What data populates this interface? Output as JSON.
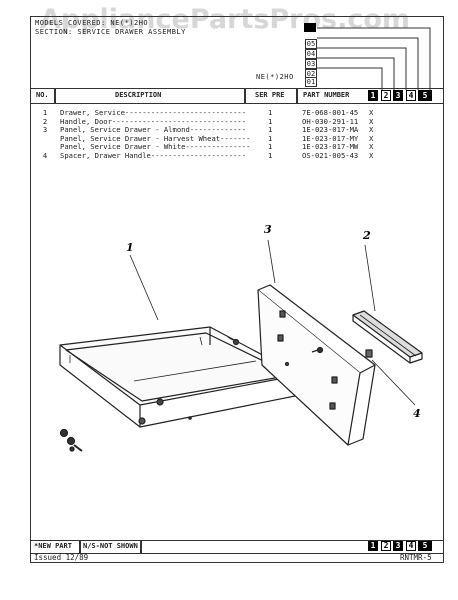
{
  "watermark": "AppliancePartsPros.com",
  "header": {
    "model_line": "MODELS COVERED: NE(*)2HO",
    "section_line": "SECTION: SERVICE DRAWER ASSEMBLY",
    "ne_label": "NE(*)2HO",
    "version_boxes": [
      "05",
      "04",
      "03",
      "02",
      "01"
    ],
    "product_columns": [
      "1",
      "2",
      "3",
      "4",
      "5"
    ]
  },
  "columns": {
    "no": "NO.",
    "description": "DESCRIPTION",
    "ser_pre": "SER PRE",
    "part_number": "PART NUMBER"
  },
  "parts": [
    {
      "no": "1",
      "desc": "Drawer, Service----------------------------",
      "qty": "1",
      "pn": "7E-068-001-45",
      "mark": "X"
    },
    {
      "no": "2",
      "desc": "Handle, Door-------------------------------",
      "qty": "1",
      "pn": "OH-030-291-11",
      "mark": "X"
    },
    {
      "no": "3",
      "desc": "Panel, Service Drawer - Almond-------------",
      "qty": "1",
      "pn": "1E-023-017-MA",
      "mark": "X"
    },
    {
      "no": "",
      "desc": "Panel, Service Drawer - Harvest Wheat-------",
      "qty": "1",
      "pn": "1E-023-017-MY",
      "mark": "X"
    },
    {
      "no": "",
      "desc": "Panel, Service Drawer - White---------------",
      "qty": "1",
      "pn": "1E-023-017-MW",
      "mark": "X"
    },
    {
      "no": "4",
      "desc": "Spacer, Drawer Handle----------------------",
      "qty": "1",
      "pn": "OS-021-005-43",
      "mark": "X"
    }
  ],
  "callouts": [
    "1",
    "2",
    "3",
    "4"
  ],
  "footer": {
    "new_part": "*NEW PART",
    "not_shown": "N/S-NOT SHOWN",
    "issued": "Issued 12/89",
    "page_id": "RNTMR-5",
    "product_columns": [
      "1",
      "2",
      "3",
      "4",
      "5"
    ]
  }
}
